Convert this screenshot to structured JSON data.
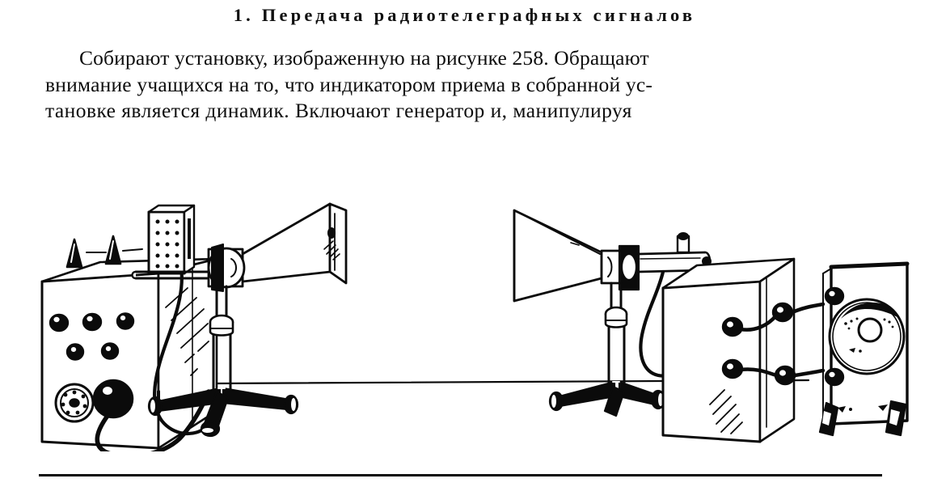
{
  "page": {
    "language": "ru",
    "background_color": "#ffffff",
    "ink_color": "#0b0b0b"
  },
  "heading": {
    "number": "1.",
    "title": "Передача радиотелеграфных сигналов",
    "full": "1. Передача радиотелеграфных сигналов"
  },
  "body": {
    "line1": "Собирают установку, изображенную на рисунке 258. Обращают",
    "line2": "внимание учащихся на то, что индикатором приема в собранной ус-",
    "line3": "тановке является динамик. Включают генератор и, манипулируя",
    "figure_reference": "258"
  },
  "figure": {
    "caption": "",
    "parts": {
      "generator_box": "generator-box",
      "klystron": "klystron-perforated-box",
      "transmit_horn": "transmit-horn-antenna",
      "transmit_stand": "transmit-tripod-stand",
      "receive_horn": "receive-horn-antenna",
      "receive_stand": "receive-tripod-stand",
      "waveguide_rod": "waveguide-rod",
      "amplifier_box": "amplifier-box",
      "loudspeaker": "loudspeaker-panel",
      "bench_line": "bench-edge-line"
    },
    "generator_controls": {
      "top_insulators": 2,
      "knob_row_1": 3,
      "knob_row_2": 2,
      "dial_sockets": 1,
      "large_knob": 1
    },
    "amplifier_terminals": 4,
    "speaker_terminals": 2
  },
  "rule": {
    "present": true
  }
}
